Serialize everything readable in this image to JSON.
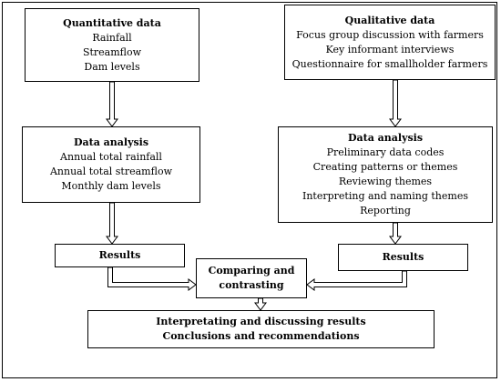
{
  "quantitative": {
    "title": "Quantitative data",
    "items": [
      "Rainfall",
      "Streamflow",
      "Dam levels"
    ]
  },
  "qualitative": {
    "title": "Qualitative data",
    "items": [
      "Focus group discussion with farmers",
      "Key informant interviews",
      "Questionnaire for smallholder farmers"
    ]
  },
  "analysis_left": {
    "title": "Data analysis",
    "items": [
      "Annual total rainfall",
      "Annual total streamflow",
      "Monthly dam levels"
    ]
  },
  "analysis_right": {
    "title": "Data analysis",
    "items": [
      "Preliminary data codes",
      "Creating patterns or themes",
      "Reviewing themes",
      "Interpreting and naming themes",
      "Reporting"
    ]
  },
  "results_left": {
    "title": "Results"
  },
  "results_right": {
    "title": "Results"
  },
  "compare": {
    "lines": [
      "Comparing and",
      "contrasting"
    ]
  },
  "conclusion": {
    "lines": [
      "Interpretating and discussing results",
      "Conclusions and recommendations"
    ]
  },
  "colors": {
    "stroke": "#000000",
    "background": "#ffffff"
  }
}
